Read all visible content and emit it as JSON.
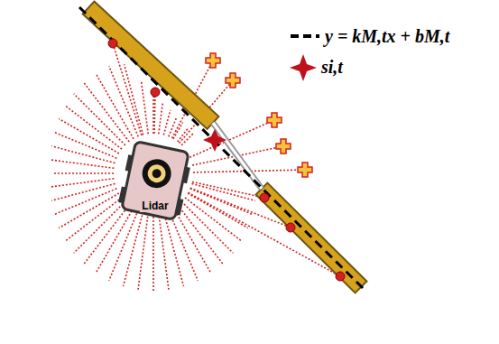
{
  "diagram": {
    "labels": [
      "Lidar"
    ],
    "legend": [
      {
        "text": "y = kM,tx + bM,t"
      },
      {
        "text": "si,t"
      }
    ]
  }
}
